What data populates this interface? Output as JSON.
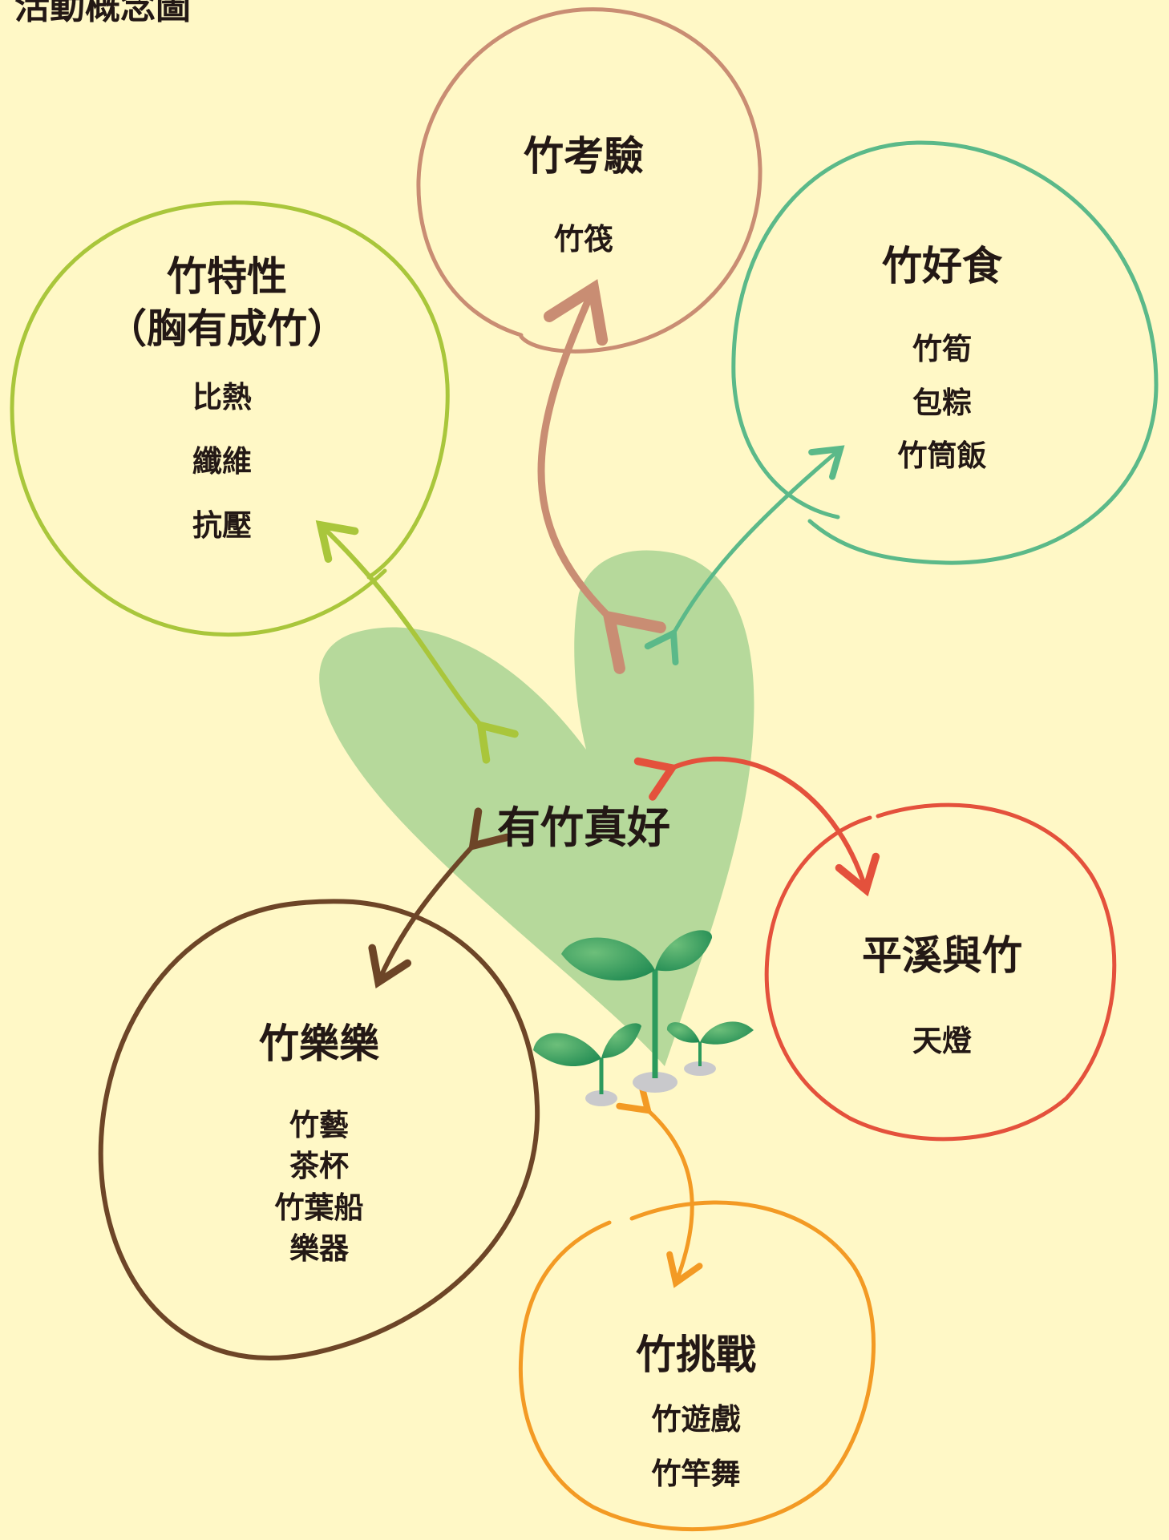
{
  "page_title": "活動概念圖",
  "center": {
    "label": "有竹真好"
  },
  "colors": {
    "background": "#fff8c6",
    "heart": "#b6d99b",
    "bamboo_test": "#c98d73",
    "bamboo_traits": "#a9c63b",
    "bamboo_food": "#5bb989",
    "pingxi": "#e4513c",
    "bamboo_fun": "#6d4527",
    "bamboo_challenge": "#f39a24"
  },
  "nodes": {
    "bamboo_test": {
      "title": "竹考驗",
      "items": [
        "竹筏"
      ]
    },
    "bamboo_traits": {
      "title": "竹特性",
      "subtitle": "（胸有成竹）",
      "items": [
        "比熱",
        "纖維",
        "抗壓"
      ]
    },
    "bamboo_food": {
      "title": "竹好食",
      "items": [
        "竹筍",
        "包粽",
        "竹筒飯"
      ]
    },
    "pingxi": {
      "title": "平溪與竹",
      "items": [
        "天燈"
      ]
    },
    "bamboo_fun": {
      "title": "竹樂樂",
      "items": [
        "竹藝",
        "茶杯",
        "竹葉船",
        "樂器"
      ]
    },
    "bamboo_challenge": {
      "title": "竹挑戰",
      "items": [
        "竹遊戲",
        "竹竿舞"
      ]
    }
  }
}
